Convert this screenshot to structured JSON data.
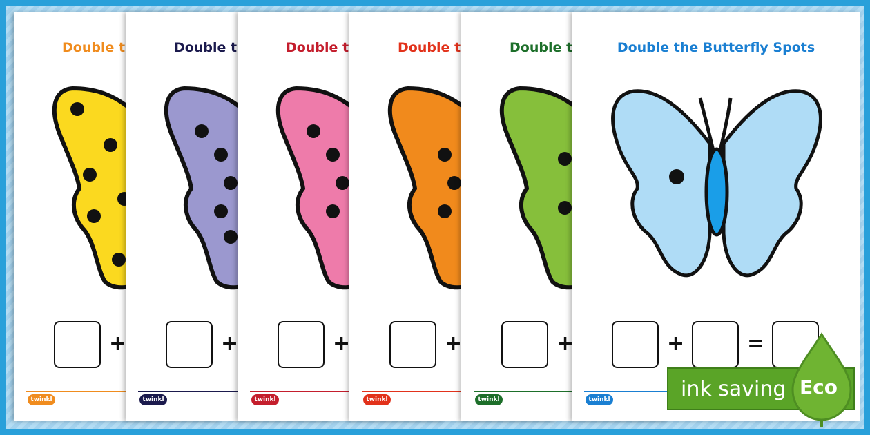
{
  "sheets": [
    {
      "title": "Double the Butterfly Spots",
      "color": "#f08c1e",
      "wing": "#fbd91f",
      "logo": "twinkl"
    },
    {
      "title": "Double the Butterfly Spots",
      "color": "#1b1a4d",
      "wing": "#9b98cf",
      "logo": "twinkl"
    },
    {
      "title": "Double the Butterfly Spots",
      "color": "#c41e2d",
      "wing": "#ee7baa",
      "logo": "twinkl"
    },
    {
      "title": "Double the Butterfly Spots",
      "color": "#e2321b",
      "wing": "#f18a1c",
      "logo": "twinkl"
    },
    {
      "title": "Double the Butterfly Spots",
      "color": "#1d6f2a",
      "wing": "#86bf3b",
      "logo": "twinkl"
    },
    {
      "title": "Double the Butterfly Spots",
      "color": "#1a7fd2",
      "wing": "#afdcf6",
      "logo": "twinkl"
    }
  ],
  "equation": {
    "plus": "+",
    "equals": "="
  },
  "badge": {
    "text": "ink saving",
    "label": "Eco",
    "color": "#5aa427"
  },
  "icons": {
    "leaf": "leaf-icon",
    "butterfly": "butterfly-icon"
  }
}
